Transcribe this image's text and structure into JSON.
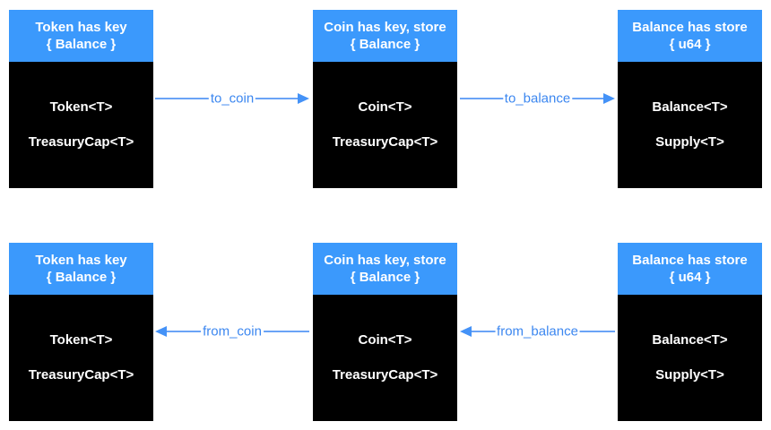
{
  "colors": {
    "header_blue": "#3b99fc",
    "body_black": "#000000",
    "arrow_line": "#6aa3f6",
    "arrow_head": "#4492f7",
    "label_blue": "#3c87f0",
    "text_white": "#ffffff",
    "canvas_bg": "#ffffff"
  },
  "diagram": {
    "rows": [
      {
        "boxes": [
          {
            "header_line1": "Token has key",
            "header_line2": "{ Balance }",
            "items": [
              "Token<T>",
              "TreasuryCap<T>"
            ]
          },
          {
            "header_line1": "Coin has key, store",
            "header_line2": "{ Balance }",
            "items": [
              "Coin<T>",
              "TreasuryCap<T>"
            ]
          },
          {
            "header_line1": "Balance has store",
            "header_line2": "{ u64 }",
            "items": [
              "Balance<T>",
              "Supply<T>"
            ]
          }
        ],
        "arrows": [
          {
            "label": "to_coin",
            "direction": "right"
          },
          {
            "label": "to_balance",
            "direction": "right"
          }
        ]
      },
      {
        "boxes": [
          {
            "header_line1": "Token has key",
            "header_line2": "{ Balance }",
            "items": [
              "Token<T>",
              "TreasuryCap<T>"
            ]
          },
          {
            "header_line1": "Coin has key, store",
            "header_line2": "{ Balance }",
            "items": [
              "Coin<T>",
              "TreasuryCap<T>"
            ]
          },
          {
            "header_line1": "Balance has store",
            "header_line2": "{ u64 }",
            "items": [
              "Balance<T>",
              "Supply<T>"
            ]
          }
        ],
        "arrows": [
          {
            "label": "from_coin",
            "direction": "left"
          },
          {
            "label": "from_balance",
            "direction": "left"
          }
        ]
      }
    ]
  }
}
